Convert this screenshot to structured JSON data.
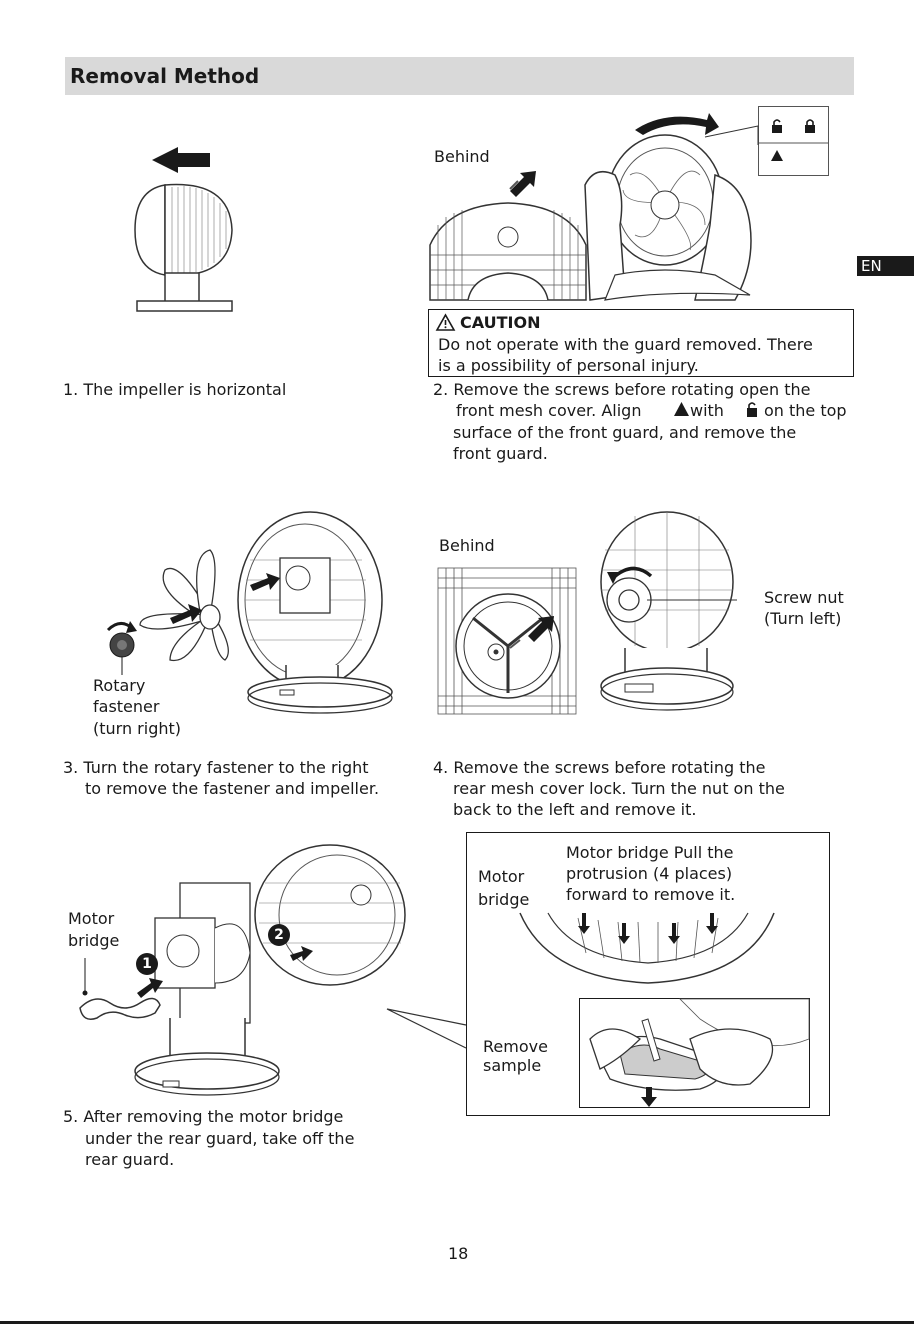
{
  "header": {
    "title": "Removal Method"
  },
  "lang_tab": "EN",
  "steps": {
    "s1": {
      "line1": "1.  The impeller is horizontal"
    },
    "s2": {
      "line1": "2. Remove the screws before rotating open the",
      "line2a": "front mesh cover. Align",
      "line2b": "with",
      "line2c": "on the top",
      "line3": "surface of the front guard, and remove the",
      "line4": "front guard."
    },
    "s3": {
      "line1": "3. Turn the rotary fastener to the right",
      "line2": "to remove the fastener and impeller."
    },
    "s4": {
      "line1": "4. Remove the screws before rotating the",
      "line2": "rear mesh cover lock. Turn the nut on the",
      "line3": "back to the left and remove it."
    },
    "s5": {
      "line1": "5. After removing the motor bridge",
      "line2": "under the rear guard, take off the",
      "line3": "rear guard."
    }
  },
  "caution": {
    "title": "CAUTION",
    "line1": "Do not operate with the guard removed. There",
    "line2": "is a possibility of personal injury."
  },
  "labels": {
    "behind_top": "Behind",
    "behind_mid": "Behind",
    "rotary": [
      "Rotary",
      "fastener",
      "(turn right)"
    ],
    "screw_nut": [
      "Screw nut",
      "(Turn left)"
    ],
    "motor_bridge_left": [
      "Motor",
      "bridge"
    ],
    "motor_bridge_box": [
      "Motor",
      "bridge"
    ],
    "motor_bridge_pull": [
      "Motor bridge Pull the",
      "protrusion (4 places)",
      "forward to remove it."
    ],
    "remove_sample": [
      "Remove",
      "sample"
    ],
    "badge_1": "1",
    "badge_2": "2"
  },
  "page_number": "18"
}
